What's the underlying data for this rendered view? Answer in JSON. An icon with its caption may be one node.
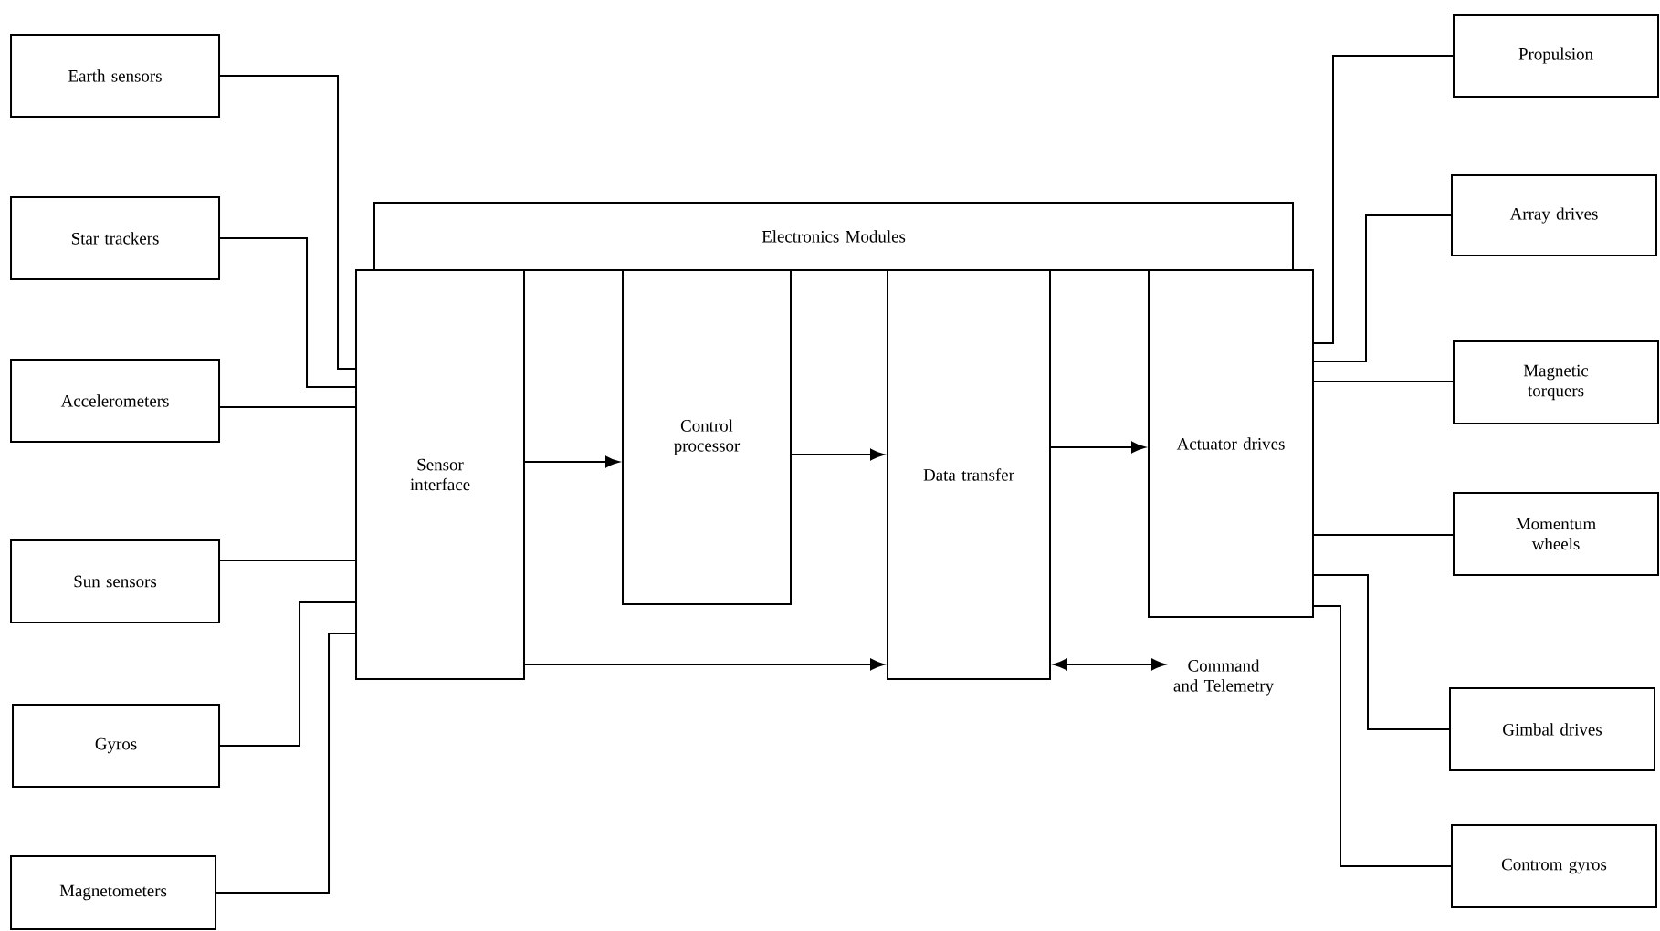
{
  "diagram": {
    "nodes": [
      {
        "text": [
          "Earth sensors"
        ]
      },
      {
        "text": [
          "Star trackers"
        ]
      },
      {
        "text": [
          "Accelerometers"
        ]
      },
      {
        "text": [
          "Sun sensors"
        ]
      },
      {
        "text": [
          "Gyros"
        ]
      },
      {
        "text": [
          "Magnetometers"
        ]
      },
      {
        "text": [
          "Electronics Modules"
        ]
      },
      {
        "text": [
          "Sensor interface"
        ]
      },
      {
        "text": [
          "Control processor"
        ]
      },
      {
        "text": [
          "Data transfer"
        ]
      },
      {
        "text": [
          "Actuator drives"
        ]
      },
      {
        "text": [
          "Command and Telemetry"
        ]
      },
      {
        "text": [
          "Propulsion"
        ]
      },
      {
        "text": [
          "Array drives"
        ]
      },
      {
        "text": [
          "Magnetic torquers"
        ]
      },
      {
        "text": [
          "Momentum wheels"
        ]
      },
      {
        "text": [
          "Gimbal drives"
        ]
      },
      {
        "text": [
          "Controm gyros"
        ]
      }
    ],
    "edges": [
      {
        "from": 0,
        "to": 7,
        "arrow": "none"
      },
      {
        "from": 1,
        "to": 7,
        "arrow": "none"
      },
      {
        "from": 2,
        "to": 7,
        "arrow": "none"
      },
      {
        "from": 3,
        "to": 7,
        "arrow": "none"
      },
      {
        "from": 4,
        "to": 7,
        "arrow": "none"
      },
      {
        "from": 5,
        "to": 7,
        "arrow": "none"
      },
      {
        "from": 7,
        "to": 8,
        "arrow": "to"
      },
      {
        "from": 8,
        "to": 9,
        "arrow": "to"
      },
      {
        "from": 9,
        "to": 10,
        "arrow": "to"
      },
      {
        "from": 7,
        "to": 9,
        "arrow": "to"
      },
      {
        "from": 9,
        "to": 11,
        "arrow": "both"
      },
      {
        "from": 10,
        "to": 12,
        "arrow": "none"
      },
      {
        "from": 10,
        "to": 13,
        "arrow": "none"
      },
      {
        "from": 10,
        "to": 14,
        "arrow": "none"
      },
      {
        "from": 10,
        "to": 15,
        "arrow": "none"
      },
      {
        "from": 10,
        "to": 16,
        "arrow": "none"
      },
      {
        "from": 10,
        "to": 17,
        "arrow": "none"
      }
    ]
  }
}
